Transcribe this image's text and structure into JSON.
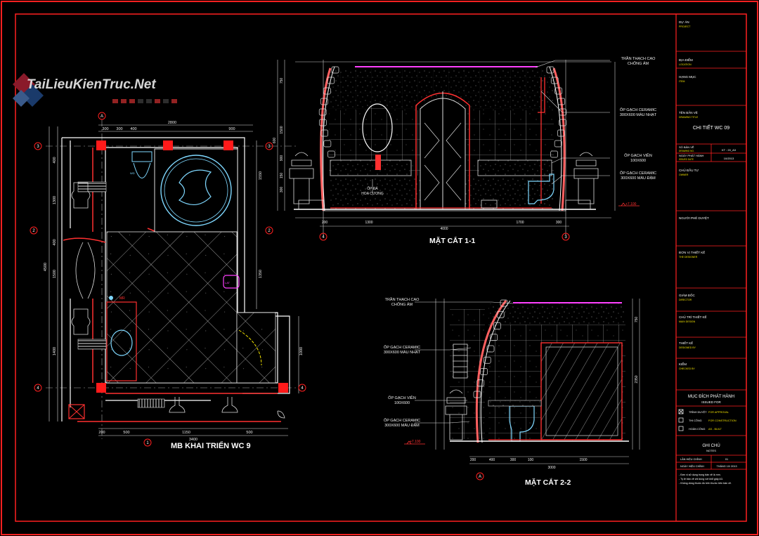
{
  "watermark": {
    "text": "TaiLieuKienTruc.Net"
  },
  "plan": {
    "title": "MB KHAI TRIỂN WC 9",
    "grid_marks": [
      "A",
      "1",
      "2",
      "3",
      "4"
    ],
    "top_dims": [
      "300",
      "300",
      "400",
      "2800",
      "900"
    ],
    "left_dims": [
      "400",
      "1300",
      "400",
      "1500",
      "1400",
      "4500"
    ],
    "bottom_dims": [
      "200",
      "500",
      "1150",
      "500",
      "3400"
    ],
    "right_dims": [
      "1550",
      "1350",
      "1000"
    ],
    "labels": [
      "MR",
      "LAT",
      "WD"
    ]
  },
  "section11": {
    "title": "MẶT CẮT 1-1",
    "notes": [
      "TRẦN THẠCH CAO CHỐNG ẨM",
      "ỐP GẠCH CERAMIC 300X600 MÀU NHẠT",
      "ỐP GẠCH VIỀN 100X600",
      "ỐP GẠCH CERAMIC 300X600 MÀU ĐẬM"
    ],
    "inner_label": "ỐP ĐÁ HOA CƯƠNG",
    "bottom_dims": [
      "200",
      "1300",
      "1700",
      "300",
      "4000"
    ],
    "left_dims": [
      "750",
      "1500",
      "900",
      "150",
      "300",
      "600"
    ],
    "level": "+7.100",
    "grid_marks": [
      "4",
      "3"
    ]
  },
  "section22": {
    "title": "MẶT CẮT 2-2",
    "notes": [
      "TRẦN THẠCH CAO CHỐNG ẨM",
      "ỐP GẠCH CERAMIC 300X600 MÀU NHẠT",
      "ỐP GẠCH VIỀN 100X600",
      "ỐP GẠCH CERAMIC 300X600 MÀU ĐẬM"
    ],
    "bottom_dims": [
      "200",
      "400",
      "300",
      "100",
      "1500",
      "3000"
    ],
    "right_dims": [
      "750",
      "2350"
    ],
    "level": "+7.100",
    "grid_marks": [
      "A"
    ]
  },
  "title_block": {
    "project_label": "DỰ ÁN",
    "project_sub": "PROJECT",
    "location_label": "ĐỊA ĐIỂM",
    "location_sub": "LOCATION",
    "item_label": "HẠNG MỤC",
    "item_sub": "ITEM",
    "drawing_label": "TÊN BẢN VẼ",
    "drawing_sub": "DRAWING TITLE",
    "drawing_title": "CHI TIẾT WC 09",
    "number_label": "SỐ BẢN VẼ",
    "number_sub": "DRAWING NO.",
    "scale": "KT : 20_A3",
    "date_label": "NGÀY PHÁT HÀNH",
    "date_sub": "ISSUED DATE",
    "date_value": "10/2013",
    "owner_label": "CHỦ ĐẦU TƯ",
    "owner_sub": "OWNER",
    "approver_label": "NGƯỜI PHÊ DUYỆT",
    "designer_label": "ĐƠN VỊ THIẾT KẾ",
    "designer_sub": "THE DESIGNER",
    "director_label": "GIÁM ĐỐC",
    "director_sub": "DIRECTOR",
    "chief_label": "CHỦ TRÌ THIẾT KẾ",
    "chief_sub": "MAIN DESIGN",
    "design_label": "THIẾT KẾ",
    "design_sub": "DESIGNED BY",
    "check_label": "KIỂM",
    "check_sub": "CHECKED BY",
    "issue_title": "MỤC ĐÍCH PHÁT HÀNH",
    "issue_sub": "ISSUED FOR",
    "issue_items": [
      {
        "vn": "TRÌNH DUYỆT",
        "en": "FOR APPROVAL",
        "checked": true
      },
      {
        "vn": "THI CÔNG",
        "en": "FOR CONSTRUCTION",
        "checked": false
      },
      {
        "vn": "HOÀN CÔNG",
        "en": "AS - BUILT",
        "checked": false
      }
    ],
    "notes_title": "GHI CHÚ",
    "notes_sub": "NOTES",
    "revision_label": "LẦN HIỆU CHỈNH",
    "revision_value": "01",
    "revdate_label": "NGÀY HIỆU CHỈNH",
    "revdate_value": "THÁNG 10/ 2013",
    "note_lines": [
      "- Đơn vị sử dụng trong bản vẽ là mm.",
      "- Tỷ lệ bản vẽ chỉ dùng với khổ giấy A3.",
      "- Không dùng thước đo trên thước trên bản vẽ."
    ]
  },
  "colors": {
    "border": "#ff2020",
    "line": "#ffffff",
    "dim": "#e0e0e0",
    "column": "#ff1a1a",
    "wall_red": "#ff3030",
    "fixture": "#7fd8ff",
    "accent": "#ff40ff",
    "yellow": "#f0e000",
    "grid": "#cccccc"
  }
}
